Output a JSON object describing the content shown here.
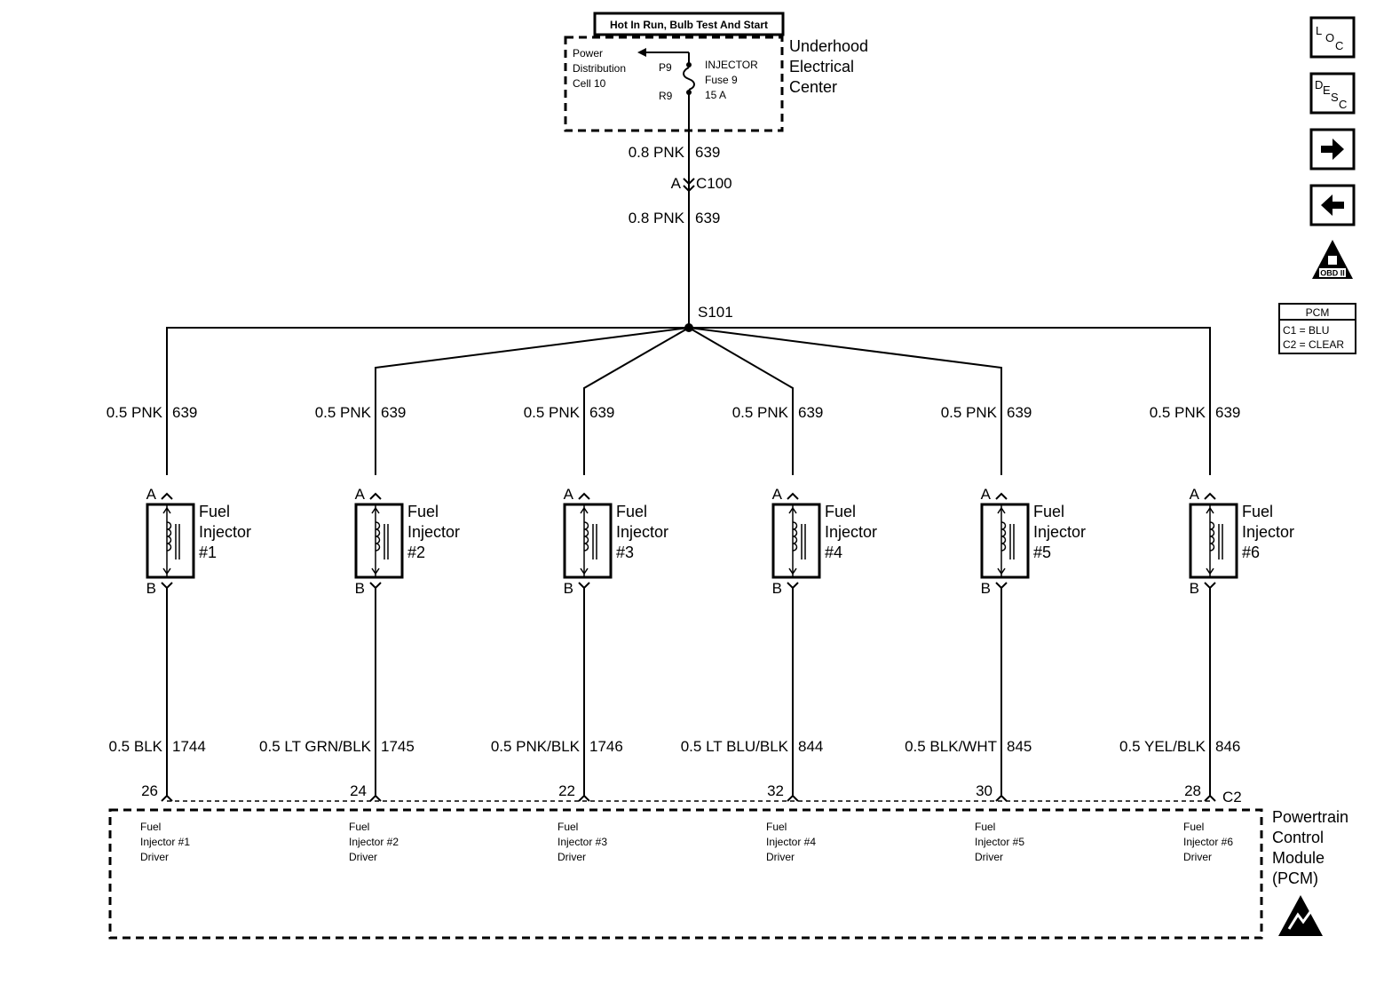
{
  "header_box": "Hot In Run, Bulb Test And Start",
  "fuse_block": {
    "name_lines": [
      "Underhood",
      "Electrical",
      "Center"
    ],
    "cell_lines": [
      "Power",
      "Distribution",
      "Cell 10"
    ],
    "pin_top": "P9",
    "pin_bottom": "R9",
    "fuse_lines": [
      "INJECTOR",
      "Fuse 9",
      "15 A"
    ]
  },
  "feed_wire_upper": {
    "color": "0.8 PNK",
    "circuit": "639"
  },
  "connector_c100": {
    "pin": "A",
    "name": "C100"
  },
  "feed_wire_lower": {
    "color": "0.8 PNK",
    "circuit": "639"
  },
  "splice": "S101",
  "side_panel": {
    "loc_icon": {
      "main": "L",
      "sub1": "O",
      "sub2": "C"
    },
    "desc_icon": {
      "main": "D",
      "sub1": "E",
      "sub2": "S",
      "sub3": "C"
    },
    "obd_label": "OBD II",
    "pcm_table": {
      "title": "PCM",
      "rows": [
        "C1 = BLU",
        "C2 = CLEAR"
      ]
    }
  },
  "injectors": [
    {
      "supply_color": "0.5 PNK",
      "supply_circuit": "639",
      "pin_a": "A",
      "pin_b": "B",
      "label1": "Fuel",
      "label2": "Injector",
      "number": "#1",
      "driver_color": "0.5 BLK",
      "driver_circuit": "1744",
      "pcm_pin": "26",
      "pcm_text": [
        "Fuel",
        "Injector #1",
        "Driver"
      ]
    },
    {
      "supply_color": "0.5 PNK",
      "supply_circuit": "639",
      "pin_a": "A",
      "pin_b": "B",
      "label1": "Fuel",
      "label2": "Injector",
      "number": "#2",
      "driver_color": "0.5 LT GRN/BLK",
      "driver_circuit": "1745",
      "pcm_pin": "24",
      "pcm_text": [
        "Fuel",
        "Injector #2",
        "Driver"
      ]
    },
    {
      "supply_color": "0.5 PNK",
      "supply_circuit": "639",
      "pin_a": "A",
      "pin_b": "B",
      "label1": "Fuel",
      "label2": "Injector",
      "number": "#3",
      "driver_color": "0.5 PNK/BLK",
      "driver_circuit": "1746",
      "pcm_pin": "22",
      "pcm_text": [
        "Fuel",
        "Injector #3",
        "Driver"
      ]
    },
    {
      "supply_color": "0.5 PNK",
      "supply_circuit": "639",
      "pin_a": "A",
      "pin_b": "B",
      "label1": "Fuel",
      "label2": "Injector",
      "number": "#4",
      "driver_color": "0.5 LT BLU/BLK",
      "driver_circuit": "844",
      "pcm_pin": "32",
      "pcm_text": [
        "Fuel",
        "Injector #4",
        "Driver"
      ]
    },
    {
      "supply_color": "0.5 PNK",
      "supply_circuit": "639",
      "pin_a": "A",
      "pin_b": "B",
      "label1": "Fuel",
      "label2": "Injector",
      "number": "#5",
      "driver_color": "0.5 BLK/WHT",
      "driver_circuit": "845",
      "pcm_pin": "30",
      "pcm_text": [
        "Fuel",
        "Injector #5",
        "Driver"
      ]
    },
    {
      "supply_color": "0.5 PNK",
      "supply_circuit": "639",
      "pin_a": "A",
      "pin_b": "B",
      "label1": "Fuel",
      "label2": "Injector",
      "number": "#6",
      "driver_color": "0.5 YEL/BLK",
      "driver_circuit": "846",
      "pcm_pin": "28",
      "pcm_text": [
        "Fuel",
        "Injector #6",
        "Driver"
      ]
    }
  ],
  "pcm": {
    "connector": "C2",
    "name_lines": [
      "Powertrain",
      "Control",
      "Module",
      "(PCM)"
    ]
  }
}
